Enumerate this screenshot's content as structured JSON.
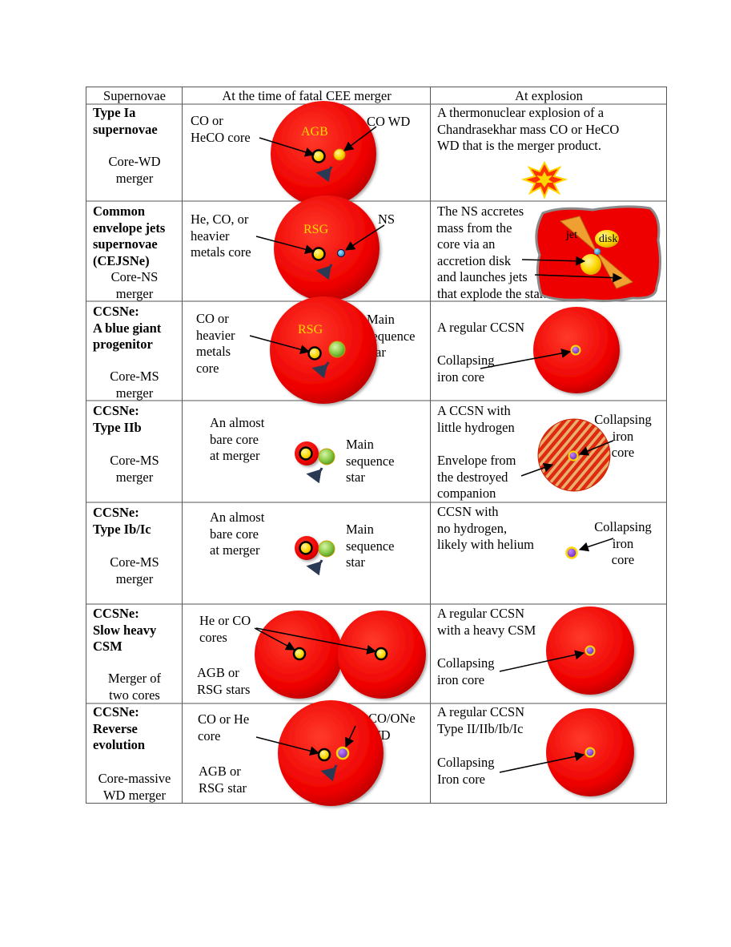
{
  "headers": [
    "Supernovae",
    "At the time of fatal CEE merger",
    "At explosion"
  ],
  "rows": [
    {
      "title": "Type Ia\nsupernovae",
      "subtitle": "Core-WD\nmerger",
      "merger_labels": {
        "core": "CO or\nHeCO core",
        "star": "AGB",
        "companion": "CO WD"
      },
      "explosion_text": "A thermonuclear explosion of a\nChandrasekhar mass CO or HeCO\nWD that is the merger product."
    },
    {
      "title": "Common\nenvelope jets\nsupernovae\n(CEJSNe)",
      "subtitle": "Core-NS\nmerger",
      "merger_labels": {
        "core": "He, CO, or\nheavier\nmetals core",
        "star": "RSG",
        "companion": "NS"
      },
      "explosion_text": "The NS accretes\nmass from the\ncore via an\naccretion disk\nand launches jets\nthat explode the star.",
      "explosion_labels": {
        "jet": "jet",
        "disk": "disk"
      }
    },
    {
      "title": "CCSNe:\nA blue giant\nprogenitor",
      "subtitle": "Core-MS\nmerger",
      "merger_labels": {
        "core": "CO or\nheavier\nmetals\ncore",
        "star": "RSG",
        "companion": "Main\nsequence\nstar"
      },
      "explosion_text": "A regular CCSN",
      "explosion_labels": {
        "core": "Collapsing\niron core"
      }
    },
    {
      "title": "CCSNe:\nType IIb",
      "subtitle": "Core-MS\nmerger",
      "merger_labels": {
        "core": "An almost\nbare core\nat merger",
        "companion": "Main\nsequence\nstar"
      },
      "explosion_text": "A CCSN with\nlittle hydrogen",
      "explosion_labels": {
        "envelope": "Envelope from\nthe destroyed\ncompanion",
        "core": "Collapsing\niron\ncore"
      }
    },
    {
      "title": "CCSNe:\nType Ib/Ic",
      "subtitle": "Core-MS\nmerger",
      "merger_labels": {
        "core": "An almost\nbare core\nat merger",
        "companion": "Main\nsequence\nstar"
      },
      "explosion_text": "CCSN with\nno hydrogen,\nlikely with helium",
      "explosion_labels": {
        "core": "Collapsing\niron\ncore"
      }
    },
    {
      "title": "CCSNe:\nSlow heavy\nCSM",
      "subtitle": "Merger of\ntwo cores",
      "merger_labels": {
        "core": "He or CO\ncores",
        "star": "AGB or\nRSG stars"
      },
      "explosion_text": "A regular CCSN\nwith a heavy CSM",
      "explosion_labels": {
        "core": "Collapsing\niron core"
      }
    },
    {
      "title": "CCSNe:\nReverse\nevolution",
      "subtitle": "Core-massive\nWD merger",
      "merger_labels": {
        "core": "CO or He\ncore",
        "star": "AGB or\nRSG star",
        "companion": "CO/ONe\nWD"
      },
      "explosion_text": "A regular CCSN\nType II/IIb/Ib/Ic",
      "explosion_labels": {
        "core": "Collapsing\nIron core"
      }
    }
  ],
  "colors": {
    "envelope": "#ff0000",
    "core": "#ffd700",
    "ms_star": "#7fcf3f",
    "ns": "#29a3e0",
    "iron_core": "#8a2be2",
    "jet": "#f0a030",
    "explosion_burst": "#ff3300",
    "stripes": "#e8b070"
  }
}
